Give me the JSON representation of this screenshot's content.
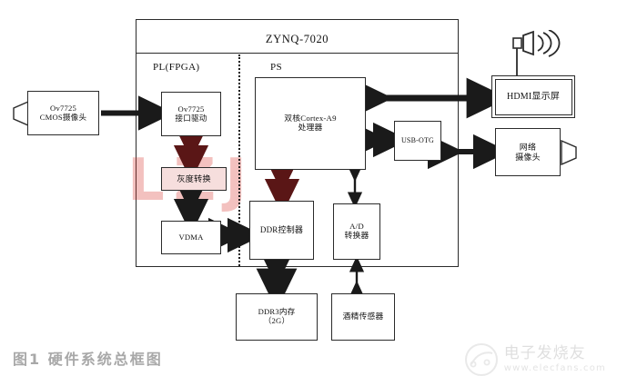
{
  "figure": {
    "caption": "图1  硬件系统总框图",
    "chip_title": "ZYNQ-7020",
    "section_pl": "PL(FPGA)",
    "section_ps": "PS"
  },
  "blocks": {
    "cmos_camera": "Ov7725\nCMOS摄像头",
    "ov7725_driver": "Ov7725\n接口驱动",
    "gray_convert": "灰度转换",
    "vdma": "VDMA",
    "cpu": "双核Cortex-A9\n处理器",
    "ddr_controller": "DDR控制器",
    "ad_converter": "A/D\n转换器",
    "usb_otg": "USB-OTG",
    "ddr3_memory": "DDR3内存\n（2G）",
    "alcohol_sensor": "酒精传感器",
    "hdmi_display": "HDMI显示屏",
    "network_camera": "网络\n摄像头"
  },
  "icons": {
    "cmos_lens": "camera-lens-icon",
    "netcam_lens": "camera-lens-icon",
    "antenna": "speaker-antenna-icon"
  },
  "watermark": {
    "red_text": "LZJ",
    "brand_name": "电子发烧友",
    "brand_url": "www.elecfans.com"
  },
  "colors": {
    "line": "#2b2b2b",
    "gray_block_fill": "#f6dedd",
    "watermark_red": "#d9362f",
    "caption_gray": "#a8a8a8"
  }
}
